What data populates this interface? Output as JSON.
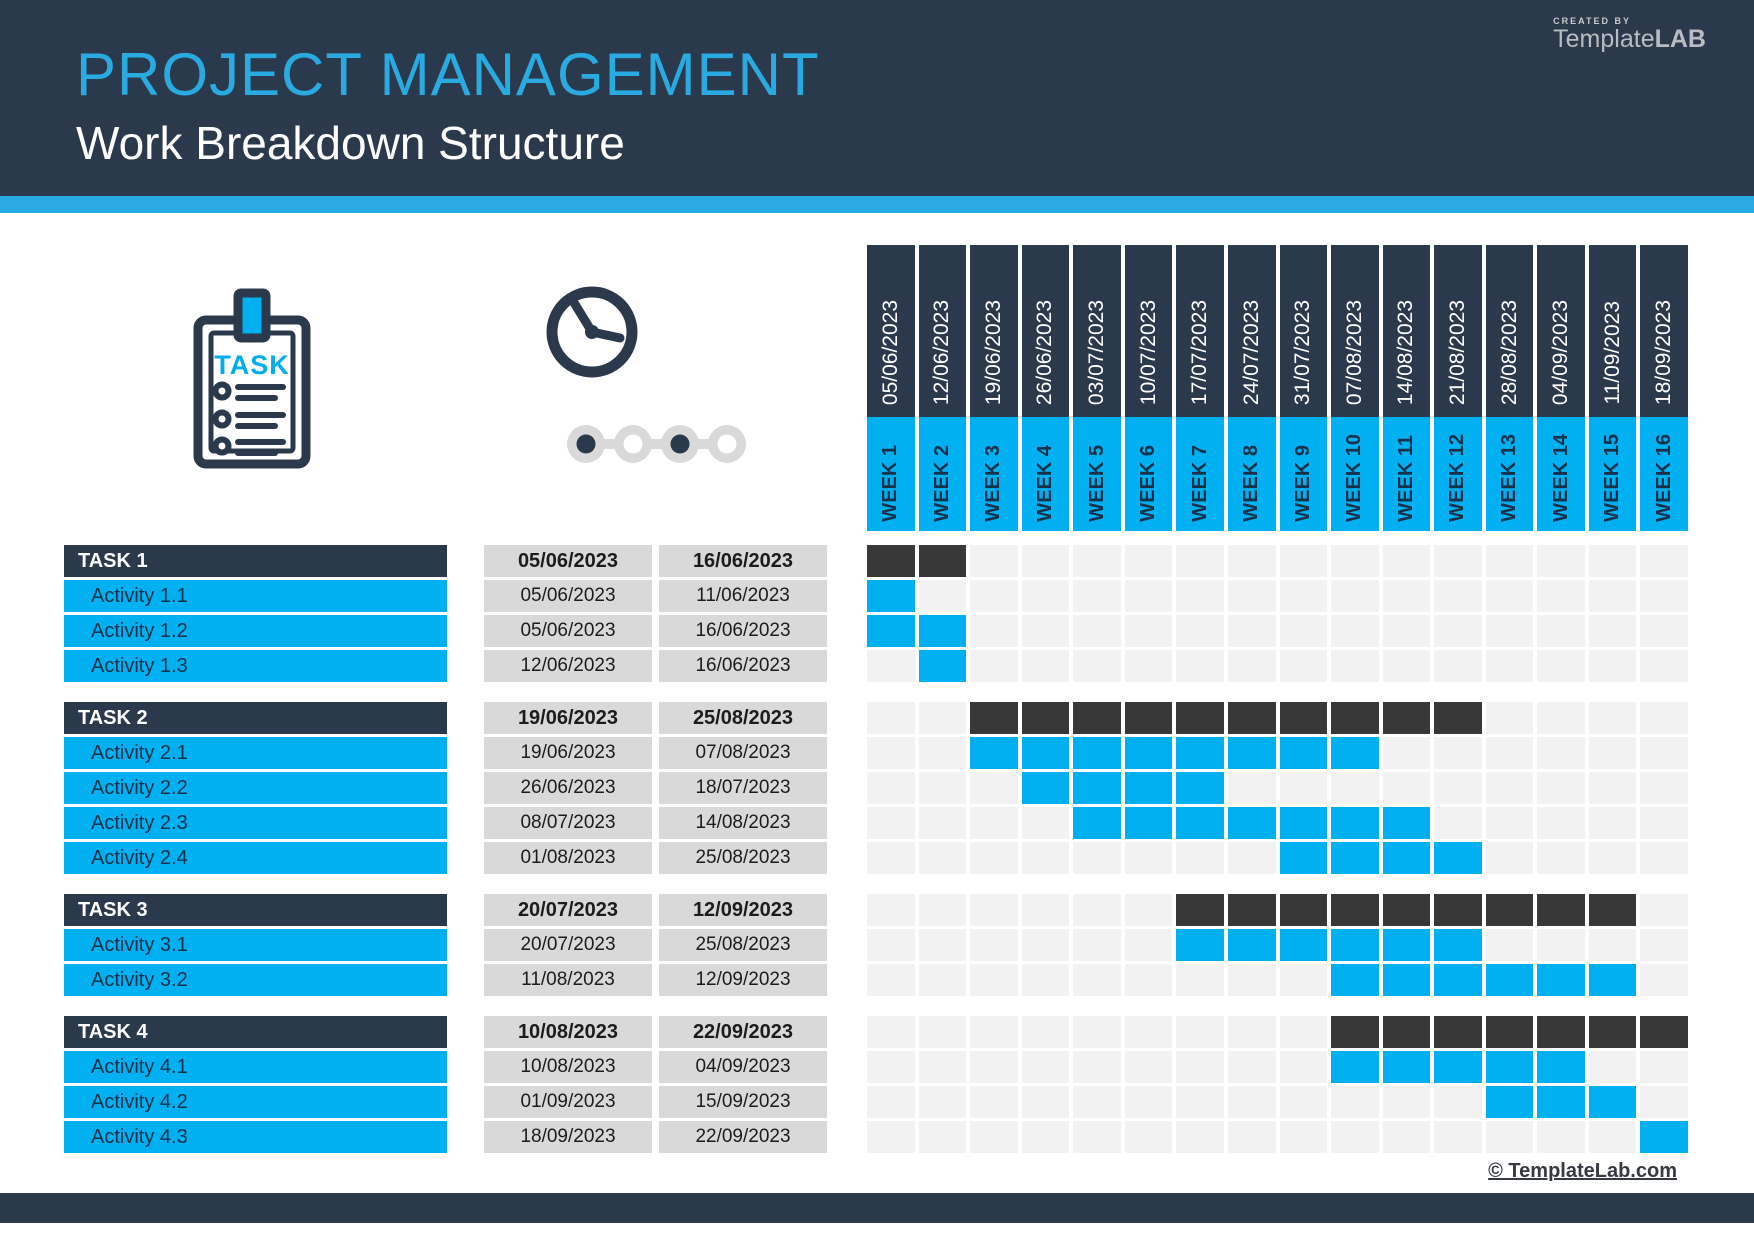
{
  "header": {
    "title": "PROJECT MANAGEMENT",
    "subtitle": "Work Breakdown Structure",
    "logo": {
      "created_by": "CREATED BY",
      "brand_template": "Template",
      "brand_lab": "LAB"
    }
  },
  "icons": {
    "clipboard_label": "TASK"
  },
  "gantt": {
    "weeks": [
      {
        "date": "05/06/2023",
        "label": "WEEK 1"
      },
      {
        "date": "12/06/2023",
        "label": "WEEK 2"
      },
      {
        "date": "19/06/2023",
        "label": "WEEK 3"
      },
      {
        "date": "26/06/2023",
        "label": "WEEK 4"
      },
      {
        "date": "03/07/2023",
        "label": "WEEK 5"
      },
      {
        "date": "10/07/2023",
        "label": "WEEK 6"
      },
      {
        "date": "17/07/2023",
        "label": "WEEK 7"
      },
      {
        "date": "24/07/2023",
        "label": "WEEK 8"
      },
      {
        "date": "31/07/2023",
        "label": "WEEK 9"
      },
      {
        "date": "07/08/2023",
        "label": "WEEK 10"
      },
      {
        "date": "14/08/2023",
        "label": "WEEK 11"
      },
      {
        "date": "21/08/2023",
        "label": "WEEK 12"
      },
      {
        "date": "28/08/2023",
        "label": "WEEK 13"
      },
      {
        "date": "04/09/2023",
        "label": "WEEK 14"
      },
      {
        "date": "11/09/2023",
        "label": "WEEK 15"
      },
      {
        "date": "18/09/2023",
        "label": "WEEK 16"
      }
    ]
  },
  "tasks": [
    {
      "name": "TASK 1",
      "start": "05/06/2023",
      "end": "16/06/2023",
      "weeks": {
        "from": 1,
        "to": 2
      },
      "activities": [
        {
          "name": "Activity 1.1",
          "start": "05/06/2023",
          "end": "11/06/2023",
          "weeks": {
            "from": 1,
            "to": 1
          }
        },
        {
          "name": "Activity 1.2",
          "start": "05/06/2023",
          "end": "16/06/2023",
          "weeks": {
            "from": 1,
            "to": 2
          }
        },
        {
          "name": "Activity 1.3",
          "start": "12/06/2023",
          "end": "16/06/2023",
          "weeks": {
            "from": 2,
            "to": 2
          }
        }
      ]
    },
    {
      "name": "TASK 2",
      "start": "19/06/2023",
      "end": "25/08/2023",
      "weeks": {
        "from": 3,
        "to": 12
      },
      "activities": [
        {
          "name": "Activity 2.1",
          "start": "19/06/2023",
          "end": "07/08/2023",
          "weeks": {
            "from": 3,
            "to": 10
          }
        },
        {
          "name": "Activity 2.2",
          "start": "26/06/2023",
          "end": "18/07/2023",
          "weeks": {
            "from": 4,
            "to": 7
          }
        },
        {
          "name": "Activity 2.3",
          "start": "08/07/2023",
          "end": "14/08/2023",
          "weeks": {
            "from": 5,
            "to": 11
          }
        },
        {
          "name": "Activity 2.4",
          "start": "01/08/2023",
          "end": "25/08/2023",
          "weeks": {
            "from": 9,
            "to": 12
          }
        }
      ]
    },
    {
      "name": "TASK 3",
      "start": "20/07/2023",
      "end": "12/09/2023",
      "weeks": {
        "from": 7,
        "to": 15
      },
      "activities": [
        {
          "name": "Activity 3.1",
          "start": "20/07/2023",
          "end": "25/08/2023",
          "weeks": {
            "from": 7,
            "to": 12
          }
        },
        {
          "name": "Activity 3.2",
          "start": "11/08/2023",
          "end": "12/09/2023",
          "weeks": {
            "from": 10,
            "to": 15
          }
        }
      ]
    },
    {
      "name": "TASK 4",
      "start": "10/08/2023",
      "end": "22/09/2023",
      "weeks": {
        "from": 10,
        "to": 16
      },
      "activities": [
        {
          "name": "Activity 4.1",
          "start": "10/08/2023",
          "end": "04/09/2023",
          "weeks": {
            "from": 10,
            "to": 14
          }
        },
        {
          "name": "Activity 4.2",
          "start": "01/09/2023",
          "end": "15/09/2023",
          "weeks": {
            "from": 13,
            "to": 15
          }
        },
        {
          "name": "Activity 4.3",
          "start": "18/09/2023",
          "end": "22/09/2023",
          "weeks": {
            "from": 16,
            "to": 16
          }
        }
      ]
    }
  ],
  "footer": {
    "credit": "© TemplateLab.com"
  },
  "colors": {
    "header_navy": "#2b394c",
    "accent_blue": "#00b0f0",
    "title_blue": "#29abe2",
    "gantt_task_dark": "#383838",
    "gantt_empty": "#f2f2f2",
    "date_cell_gray": "#d9d9d9",
    "timeline_gray": "#d9d9d9"
  }
}
